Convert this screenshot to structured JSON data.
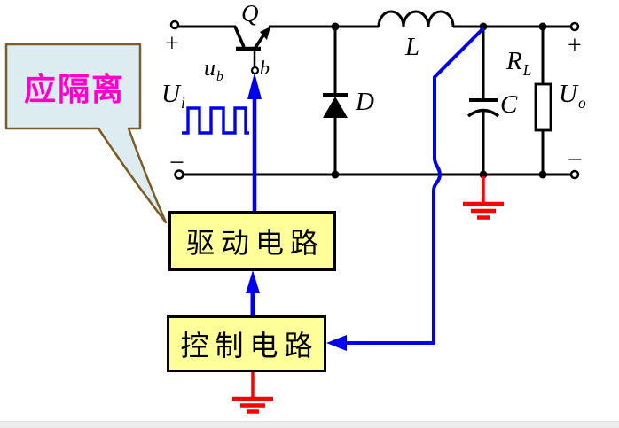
{
  "callout": {
    "text": "应隔离"
  },
  "blocks": {
    "drive": {
      "label": "驱动电路"
    },
    "control": {
      "label": "控制电路"
    }
  },
  "labels": {
    "transistor": "Q",
    "base_terminal": "b",
    "base_signal": {
      "main": "u",
      "sub": "b"
    },
    "input_voltage": {
      "main": "U",
      "sub": "i"
    },
    "output_voltage": {
      "main": "U",
      "sub": "o"
    },
    "inductor": "L",
    "diode": "D",
    "capacitor": "C",
    "load_resistor": {
      "main": "R",
      "sub": "L"
    },
    "input_plus": "+",
    "input_minus": "−",
    "output_plus": "+",
    "output_minus": "−"
  },
  "colors": {
    "wire": "#000000",
    "signal_blue": "#0000ee",
    "ground_red": "#ff0000",
    "block_fill": "#ffff99",
    "block_border": "#000000",
    "callout_fill": "#dcecf0",
    "callout_border": "#7d5a26",
    "callout_text": "#ff00cc",
    "page_strip": "#ececec"
  }
}
